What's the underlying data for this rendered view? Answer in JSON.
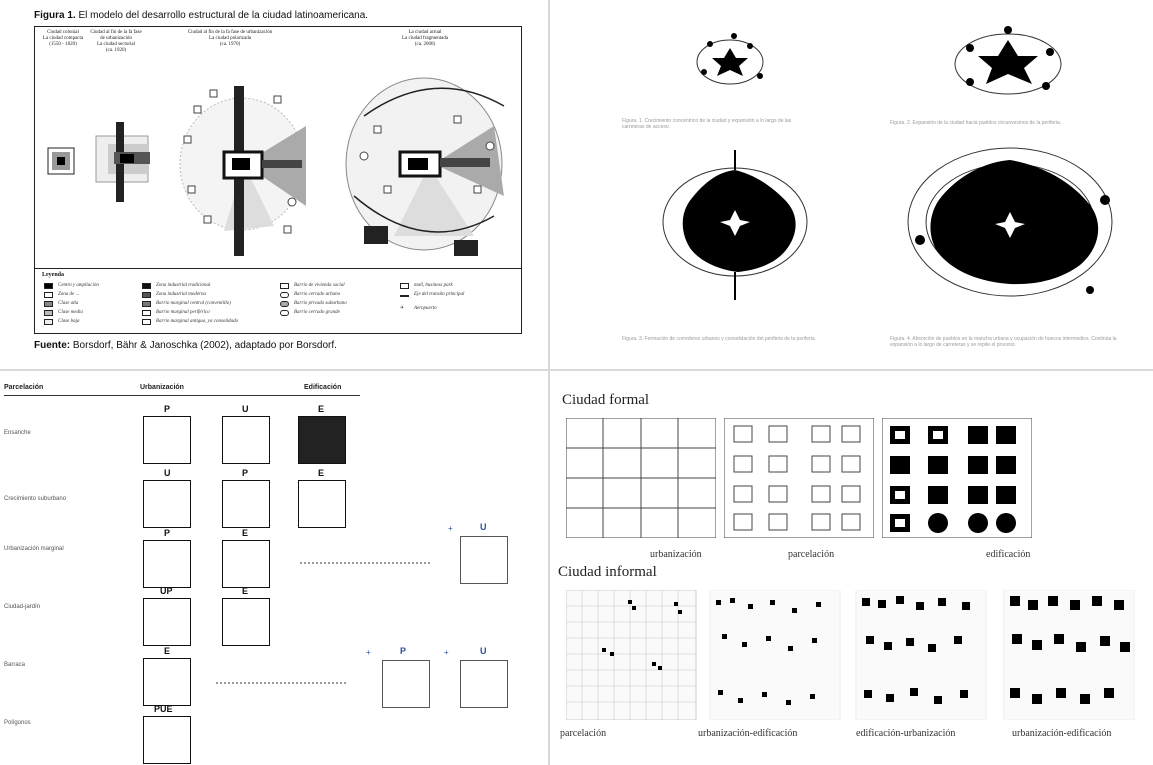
{
  "figure1": {
    "title_bold": "Figura 1.",
    "title_rest": " El modelo del desarrollo estructural de la ciudad latinoamericana.",
    "stages": [
      {
        "line1": "Ciudad colonial",
        "line2": "La ciudad compacta",
        "line3": "(1550 - 1820)"
      },
      {
        "line1": "Ciudad al fin de la fa fase",
        "line2": "de urbanización",
        "line3": "La ciudad sectorial",
        "line4": "(ca. 1920)"
      },
      {
        "line1": "Ciudad al fin de la fa fase de urbanización",
        "line2": "La ciudad polarizada",
        "line3": "(ca. 1970)"
      },
      {
        "line1": "La ciudad actual",
        "line2": "La ciudad fragmentada",
        "line3": "(ca. 2000)"
      }
    ],
    "legend_title": "Leyenda",
    "legend_items": [
      "Centro y ampliación",
      "Zona de ...",
      "Clase alta",
      "Clase media",
      "Clase baja",
      "Zona industrial tradicional",
      "Zona industrial moderna",
      "Barrio marginal central (conventillo)",
      "Barrio marginal periférico",
      "Barrio marginal antiguo, ya consolidado",
      "Barrio de vivienda social",
      "Barrio cerrado urbano",
      "Barrio privado suburbano",
      "Barrio cerrado grande",
      "mall, business park",
      "Eje del transito principal",
      "Aeropuerto"
    ],
    "source_bold": "Fuente:",
    "source_rest": " Borsdorf, Bähr & Janoschka (2002), adaptado por Borsdorf."
  },
  "growth": {
    "captions": [
      "Figura. 1. Crecimiento concéntrico de la ciudad y expansión a lo largo de las carreteras de acceso.",
      "Figura. 2. Expansión de la ciudad hacia pueblos circunvecinos de la periferia.",
      "Figura. 3. Formación de corredores urbanos y consolidación del periferia de la periferia.",
      "Figura. 4. Absorción de pueblos en la mancha urbana y ocupación de huecos intermedios. Continúa la expansión a lo largo de carreteras y se repite el proceso."
    ]
  },
  "table": {
    "headers": [
      "Parcelación",
      "Urbanización",
      "Edificación"
    ],
    "rows": [
      {
        "label": "Ensanche",
        "letters": [
          "P",
          "U",
          "E"
        ]
      },
      {
        "label": "Crecimiento suburbano",
        "letters": [
          "U",
          "P",
          "E"
        ]
      },
      {
        "label": "Urbanización marginal",
        "letters": [
          "P",
          "E"
        ],
        "extra": [
          "U"
        ]
      },
      {
        "label": "Ciudad-jardín",
        "letters": [
          "UP",
          "E"
        ]
      },
      {
        "label": "Barraca",
        "letters": [
          "E"
        ],
        "extra": [
          "P",
          "U"
        ]
      },
      {
        "label": "Polígonos",
        "letters": [
          "PUE"
        ]
      }
    ],
    "plus": "+"
  },
  "formal": {
    "title_formal": "Ciudad formal",
    "formal_captions": [
      "urbanización",
      "parcelación",
      "edificación"
    ],
    "title_informal": "Ciudad informal",
    "informal_captions": [
      "parcelación",
      "urbanización-edificación",
      "edificación-urbanización",
      "urbanización-edificación"
    ]
  }
}
